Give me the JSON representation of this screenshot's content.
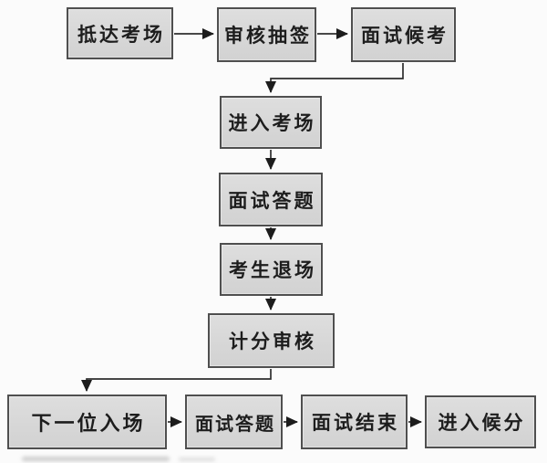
{
  "diagram": {
    "type": "flowchart",
    "title": "",
    "nodes": [
      {
        "id": "arrive-exam-site",
        "label": "抵达考场"
      },
      {
        "id": "review-draw-lots",
        "label": "审核抽签"
      },
      {
        "id": "interview-waiting",
        "label": "面试候考"
      },
      {
        "id": "enter-exam-room",
        "label": "进入考场"
      },
      {
        "id": "interview-answering",
        "label": "面试答题"
      },
      {
        "id": "candidate-exit",
        "label": "考生退场"
      },
      {
        "id": "score-review",
        "label": "计分审核"
      },
      {
        "id": "next-candidate-enter",
        "label": "下一位入场"
      },
      {
        "id": "interview-answering-2",
        "label": "面试答题"
      },
      {
        "id": "interview-end",
        "label": "面试结束"
      },
      {
        "id": "enter-score-waiting",
        "label": "进入候分"
      }
    ],
    "edges": [
      {
        "from": "arrive-exam-site",
        "to": "review-draw-lots",
        "style": "straight-right"
      },
      {
        "from": "review-draw-lots",
        "to": "interview-waiting",
        "style": "straight-right"
      },
      {
        "from": "interview-waiting",
        "to": "enter-exam-room",
        "style": "elbow-down-left"
      },
      {
        "from": "enter-exam-room",
        "to": "interview-answering",
        "style": "straight-down"
      },
      {
        "from": "interview-answering",
        "to": "candidate-exit",
        "style": "straight-down"
      },
      {
        "from": "candidate-exit",
        "to": "score-review",
        "style": "straight-down"
      },
      {
        "from": "score-review",
        "to": "next-candidate-enter",
        "style": "elbow-down-left"
      },
      {
        "from": "next-candidate-enter",
        "to": "interview-answering-2",
        "style": "straight-right"
      },
      {
        "from": "interview-answering-2",
        "to": "interview-end",
        "style": "straight-right"
      },
      {
        "from": "interview-end",
        "to": "enter-score-waiting",
        "style": "straight-right"
      }
    ],
    "colors": {
      "box_fill": "#d9d9d9",
      "box_border": "#4f4f4f",
      "connector": "#2e2e2e",
      "text": "#1d1d1d",
      "background": "#fbfbfb"
    }
  }
}
